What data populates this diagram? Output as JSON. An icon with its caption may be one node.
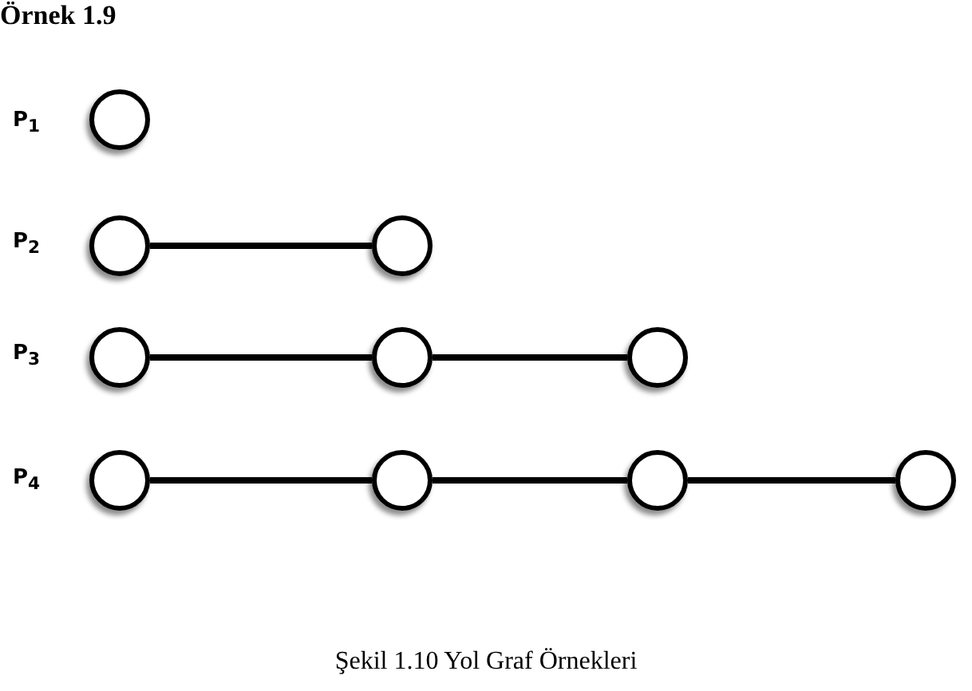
{
  "diagram": {
    "title": "Örnek 1.9",
    "caption": "Şekil 1.10 Yol Graf Örnekleri",
    "nodes": [
      {
        "text": [],
        "shape": "circle"
      },
      {
        "text": [],
        "shape": "circle"
      },
      {
        "text": [],
        "shape": "circle"
      },
      {
        "text": [],
        "shape": "circle"
      },
      {
        "text": [],
        "shape": "circle"
      },
      {
        "text": [],
        "shape": "circle"
      },
      {
        "text": [],
        "shape": "circle"
      },
      {
        "text": [],
        "shape": "circle"
      },
      {
        "text": [],
        "shape": "circle"
      },
      {
        "text": [],
        "shape": "circle"
      }
    ],
    "edges": [
      {
        "from": 1,
        "to": 2,
        "arrow": "none"
      },
      {
        "from": 3,
        "to": 4,
        "arrow": "none"
      },
      {
        "from": 4,
        "to": 5,
        "arrow": "none"
      },
      {
        "from": 6,
        "to": 7,
        "arrow": "none"
      },
      {
        "from": 7,
        "to": 8,
        "arrow": "none"
      },
      {
        "from": 8,
        "to": 9,
        "arrow": "none"
      }
    ],
    "labels": [
      "P$_{1}$",
      "P$_{2}$",
      "P$_{3}$",
      "P$_{4}$"
    ]
  }
}
